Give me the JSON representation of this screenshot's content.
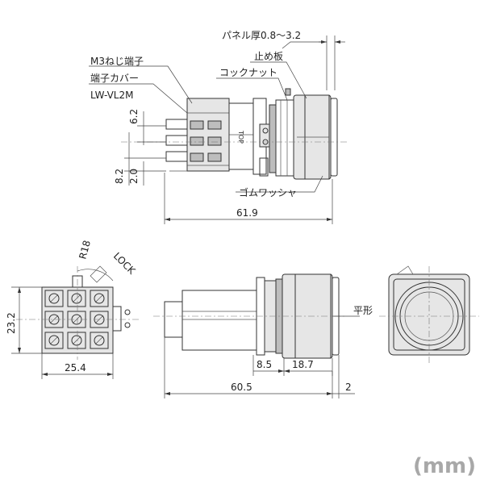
{
  "labels": {
    "panel_thickness": "パネル厚0.8〜3.2",
    "lock_plate": "止め板",
    "lock_nut": "コックナット",
    "m3_terminal": "M3ねじ端子",
    "terminal_cover": "端子カバー",
    "cover_model": "LW-VL2M",
    "rubber_washer": "ゴムワッシャ",
    "flat": "平形",
    "top_mark": "TOP",
    "r18": "R18",
    "lock": "LOCK"
  },
  "dimensions": {
    "pitch_top": "6.2",
    "pitch_bottom_a": "8.2",
    "pitch_bottom_b": "2.0",
    "overall_length": "61.9",
    "height": "23.2",
    "width": "25.4",
    "body_length": "60.5",
    "nut_width": "8.5",
    "head_length": "18.7",
    "protrusion": "2"
  },
  "unit": "(mm)"
}
